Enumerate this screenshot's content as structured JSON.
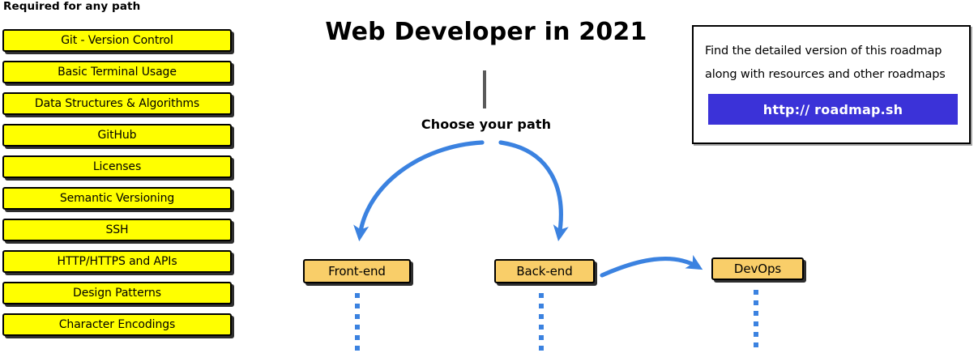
{
  "sidebar": {
    "heading": "Required for any path",
    "items": [
      {
        "label": "Git - Version Control"
      },
      {
        "label": "Basic Terminal Usage"
      },
      {
        "label": "Data Structures & Algorithms"
      },
      {
        "label": "GitHub"
      },
      {
        "label": "Licenses"
      },
      {
        "label": "Semantic Versioning"
      },
      {
        "label": "SSH"
      },
      {
        "label": "HTTP/HTTPS and APIs"
      },
      {
        "label": "Design Patterns"
      },
      {
        "label": "Character Encodings"
      }
    ]
  },
  "diagram": {
    "title": "Web Developer in 2021",
    "branch_label": "Choose your path",
    "nodes": [
      {
        "id": "frontend",
        "label": "Front-end"
      },
      {
        "id": "backend",
        "label": "Back-end"
      },
      {
        "id": "devops",
        "label": "DevOps"
      }
    ]
  },
  "info_card": {
    "line1": "Find the detailed version of this roadmap",
    "line2": "along with resources and other roadmaps",
    "button_label": "http:// roadmap.sh"
  },
  "colors": {
    "required_box_fill": "#ffff00",
    "node_box_fill": "#f9ce69",
    "arrow_blue": "#3b82e0",
    "button_blue": "#3b32d8",
    "stem_gray": "#5a5a5a",
    "outline_black": "#000000"
  }
}
